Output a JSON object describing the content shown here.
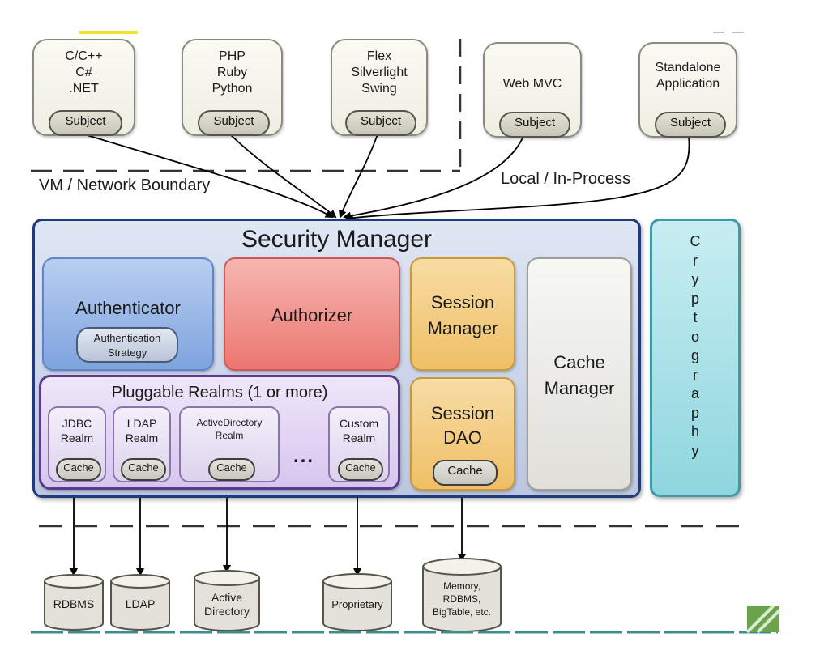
{
  "clients": [
    {
      "lines": [
        "C/C++",
        "C#",
        ".NET"
      ],
      "subject": "Subject"
    },
    {
      "lines": [
        "PHP",
        "Ruby",
        "Python"
      ],
      "subject": "Subject"
    },
    {
      "lines": [
        "Flex",
        "Silverlight",
        "Swing"
      ],
      "subject": "Subject"
    },
    {
      "lines": [
        "Web MVC"
      ],
      "subject": "Subject"
    },
    {
      "lines": [
        "Standalone",
        "Application"
      ],
      "subject": "Subject"
    }
  ],
  "boundaries": {
    "vm_network": "VM / Network Boundary",
    "local_in_process": "Local / In-Process"
  },
  "security_manager": {
    "title": "Security Manager",
    "authenticator": {
      "label": "Authenticator",
      "strategy": [
        "Authentication",
        "Strategy"
      ]
    },
    "authorizer": {
      "label": "Authorizer"
    },
    "session_manager": {
      "lines": [
        "Session",
        "Manager"
      ]
    },
    "cache_manager": {
      "lines": [
        "Cache",
        "Manager"
      ]
    },
    "session_dao": {
      "lines": [
        "Session",
        "DAO"
      ],
      "cache": "Cache"
    },
    "pluggable_realms": {
      "title": "Pluggable Realms (1 or more)",
      "ellipsis": "...",
      "realms": [
        {
          "lines": [
            "JDBC",
            "Realm"
          ],
          "cache": "Cache"
        },
        {
          "lines": [
            "LDAP",
            "Realm"
          ],
          "cache": "Cache"
        },
        {
          "lines": [
            "ActiveDirectory",
            "Realm"
          ],
          "cache": "Cache"
        },
        {
          "lines": [
            "Custom",
            "Realm"
          ],
          "cache": "Cache"
        }
      ]
    }
  },
  "cryptography": {
    "letters": [
      "C",
      "r",
      "y",
      "p",
      "t",
      "o",
      "g",
      "r",
      "a",
      "p",
      "h",
      "y"
    ]
  },
  "data_stores": [
    {
      "lines": [
        "RDBMS"
      ]
    },
    {
      "lines": [
        "LDAP"
      ]
    },
    {
      "lines": [
        "Active",
        "Directory"
      ]
    },
    {
      "lines": [
        "Proprietary"
      ]
    },
    {
      "lines": [
        "Memory,",
        "RDBMS,",
        "BigTable, etc."
      ]
    }
  ],
  "colors": {
    "security_manager_border": "#1f3b7a",
    "authenticator": "#7ea3de",
    "authorizer": "#ec7670",
    "session": "#efbf66",
    "cache_manager": "#e0dfda",
    "realms": "#d6c6ef",
    "cryptography": "#8fd6de",
    "highlight_yellow": "#f2e02a"
  }
}
